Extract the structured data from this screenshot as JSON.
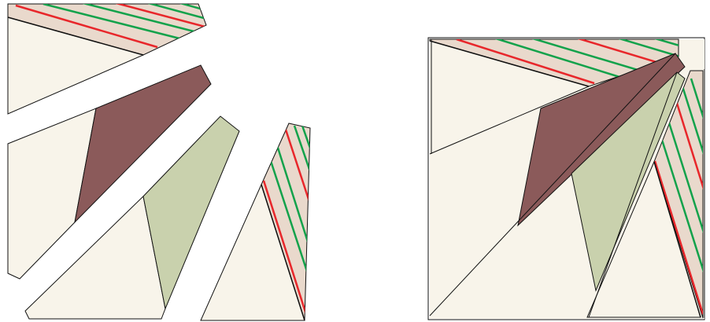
{
  "colors": {
    "background": "#ffffff",
    "cream": "#f8f4ea",
    "maroon": "#8b5a5a",
    "sage": "#c9d1ad",
    "taupe": "#e9d9cc",
    "stripe_red": "#e8272b",
    "stripe_green": "#13a24b",
    "outline": "#111111"
  },
  "figure": {
    "left_group": "exploded-pieces",
    "right_group": "assembled-square"
  },
  "pieces": [
    {
      "name": "top-cream-triangle",
      "fill": "cream"
    },
    {
      "name": "top-striped-band",
      "fill": "taupe",
      "stripes": [
        "stripe_red",
        "stripe_green",
        "stripe_green",
        "stripe_red",
        "stripe_green",
        "stripe_green"
      ]
    },
    {
      "name": "left-cream-trapezoid",
      "fill": "cream"
    },
    {
      "name": "maroon-quad",
      "fill": "maroon"
    },
    {
      "name": "middle-cream-quad",
      "fill": "cream"
    },
    {
      "name": "sage-quad",
      "fill": "sage"
    },
    {
      "name": "right-cream-triangle",
      "fill": "cream"
    },
    {
      "name": "right-striped-band",
      "fill": "taupe",
      "stripes": [
        "stripe_green",
        "stripe_green",
        "stripe_red",
        "stripe_green",
        "stripe_green",
        "stripe_red"
      ]
    }
  ]
}
